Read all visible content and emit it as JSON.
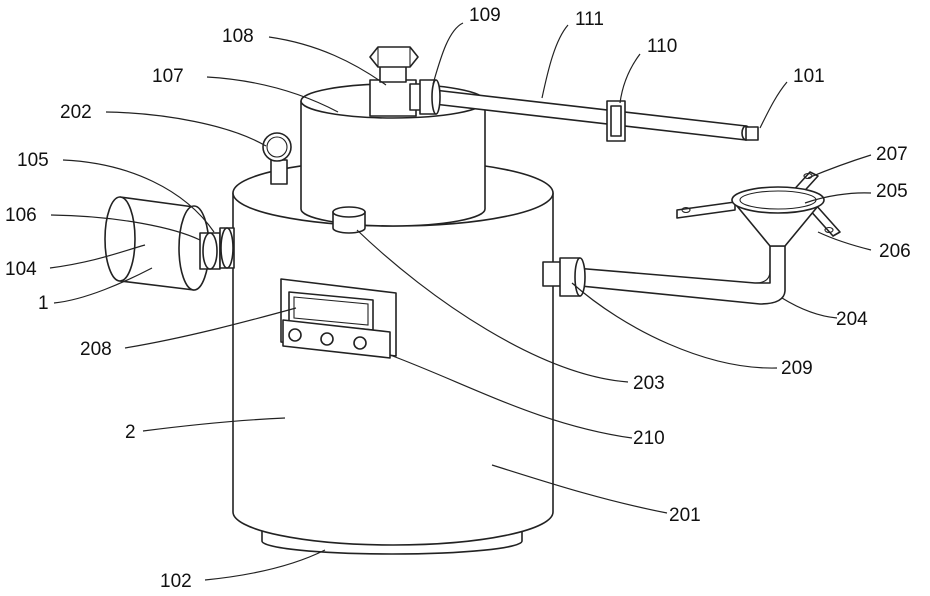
{
  "figure": {
    "labels": {
      "l1": "1",
      "l2": "2",
      "l101": "101",
      "l102": "102",
      "l104": "104",
      "l105": "105",
      "l106": "106",
      "l107": "107",
      "l108": "108",
      "l109": "109",
      "l110": "110",
      "l111": "111",
      "l201": "201",
      "l202": "202",
      "l203": "203",
      "l204": "204",
      "l205": "205",
      "l206": "206",
      "l207": "207",
      "l208": "208",
      "l209": "209",
      "l210": "210"
    }
  }
}
